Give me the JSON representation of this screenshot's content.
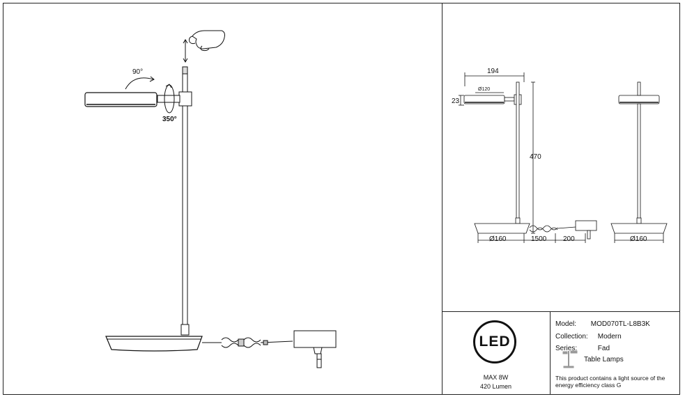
{
  "main_view": {
    "rotation_head": "90°",
    "rotation_arm": "350°"
  },
  "dimensions": {
    "width_total": "194",
    "head_diameter": "Ø120",
    "head_height": "23",
    "height_total": "470",
    "base_diameter": "Ø160",
    "cable_length": "1500",
    "adapter_length": "200",
    "base_diameter_side": "Ø160"
  },
  "led": {
    "badge": "LED",
    "power": "MAX 8W",
    "lumen": "420 Lumen"
  },
  "spec": {
    "model_label": "Model:",
    "model_value": "MOD070TL-L8B3K",
    "collection_label": "Collection:",
    "collection_value": "Modern",
    "series_label": "Series:",
    "series_value": "Fad",
    "type_value": "Table Lamps",
    "note": "This product contains a light source of the energy efficiency class G"
  },
  "icons": [
    "hand-touch-icon",
    "table-lamp-icon"
  ]
}
